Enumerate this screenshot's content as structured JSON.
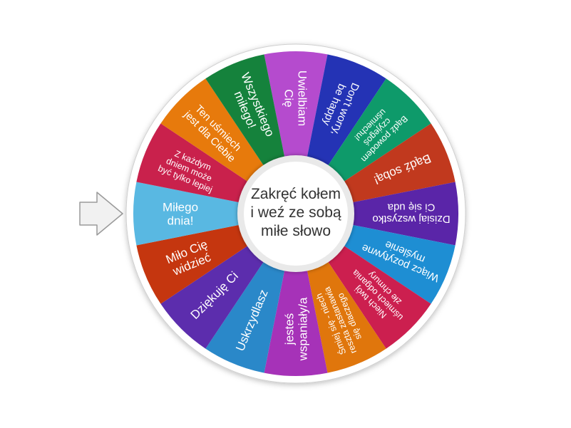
{
  "wheel": {
    "center_text": [
      "Zakręć kołem",
      "i weź ze sobą",
      "miłe słowo"
    ],
    "pointer_icon": "arrow-right-icon",
    "segments": [
      {
        "lines": [
          "Uwielbiam",
          "Cię"
        ],
        "color": "#B54BCE"
      },
      {
        "lines": [
          "Don't worry,",
          "be happy"
        ],
        "color": "#2433B5"
      },
      {
        "lines": [
          "Bądź powodem",
          "czyjegoś",
          "uśmiechu!"
        ],
        "color": "#0E9A6A"
      },
      {
        "lines": [
          "Bądź sobą!"
        ],
        "color": "#C1391E"
      },
      {
        "lines": [
          "Dzisiaj wszystko",
          "Ci się uda"
        ],
        "color": "#5A25A8"
      },
      {
        "lines": [
          "Wiącz pozytywne",
          "myślenie"
        ],
        "color": "#1E8ED3"
      },
      {
        "lines": [
          "Niech twój",
          "uśmiech odgania",
          "złe chmury"
        ],
        "color": "#CC1F4F"
      },
      {
        "lines": [
          "Śmiej się - niech",
          "reszta zastanawia",
          "się dlaczego"
        ],
        "color": "#E0760C"
      },
      {
        "lines": [
          "jesteś",
          "wspaniały/a"
        ],
        "color": "#A632B8"
      },
      {
        "lines": [
          "Uskrzydlasz"
        ],
        "color": "#2A88C9"
      },
      {
        "lines": [
          "Dziękuję Ci"
        ],
        "color": "#5C2DAD"
      },
      {
        "lines": [
          "Miło Cię",
          "widzieć"
        ],
        "color": "#C5360F"
      },
      {
        "lines": [
          "Miłego",
          "dnia!"
        ],
        "color": "#59B8E2"
      },
      {
        "lines": [
          "Z każdym",
          "dniem może",
          "być tylko lepiej"
        ],
        "color": "#C9214C"
      },
      {
        "lines": [
          "Ten uśmiech",
          "jest dla Ciebie"
        ],
        "color": "#E77A0C"
      },
      {
        "lines": [
          "Wszystkiego",
          "miłego!"
        ],
        "color": "#15823C"
      }
    ]
  }
}
